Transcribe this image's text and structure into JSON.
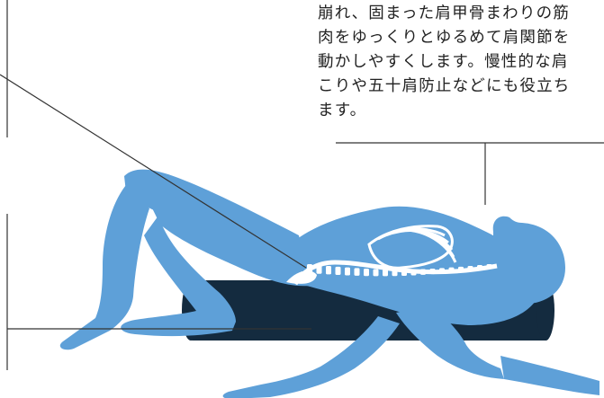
{
  "description": {
    "lines": [
      "崩れ、固まった肩甲骨まわりの筋",
      "肉をゆっくりとゆるめて肩関節を",
      "動かしやすくします。慢性的な肩",
      "こりや五十肩防止などにも役立ち",
      "ます。"
    ]
  },
  "illustration": {
    "subject": "person-lying-on-foam-roller",
    "body_color": "#5ea0d8",
    "skeleton_color": "#ffffff",
    "roller_color": "#142b3f",
    "line_color": "#333333"
  }
}
